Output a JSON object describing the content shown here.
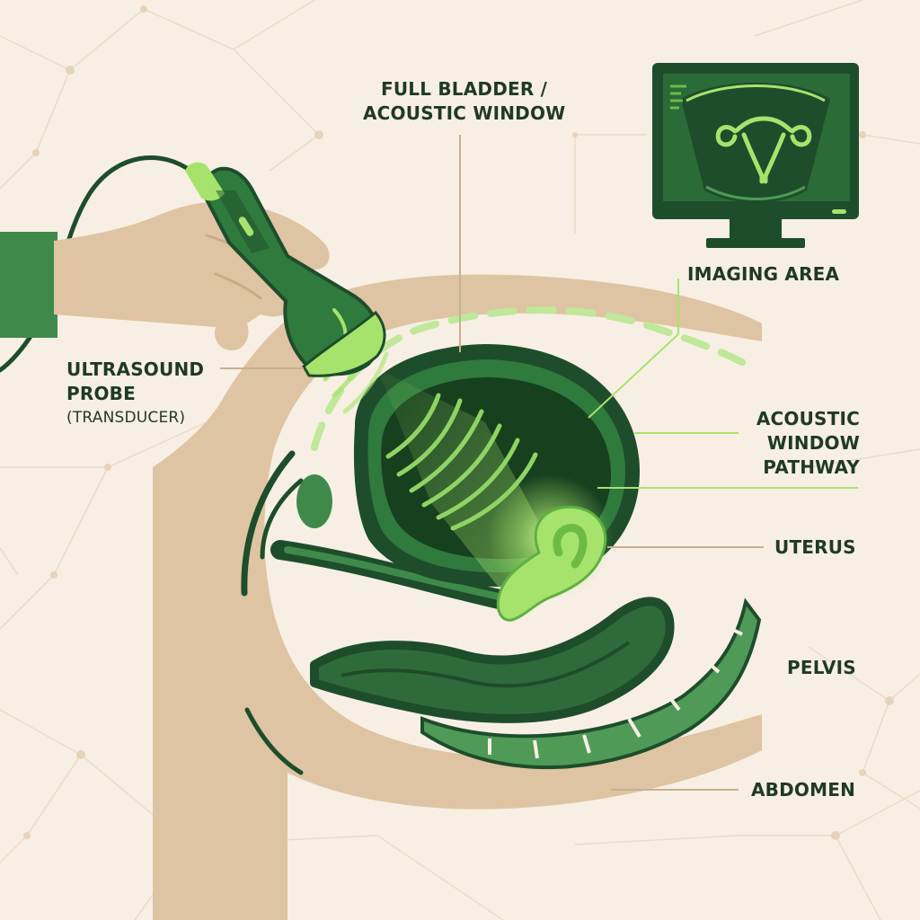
{
  "colors": {
    "background": "#f7efe4",
    "skin": "#dec4a2",
    "dark_green": "#1e4d2b",
    "mid_green": "#3f8a4b",
    "light_green": "#a6e36d",
    "monitor_screen": "#1f5a2f"
  },
  "labels": {
    "bladder": {
      "line1": "FULL BLADDER /",
      "line2": "ACOUSTIC WINDOW"
    },
    "imaging": {
      "line1": "IMAGING AREA"
    },
    "probe": {
      "line1": "ULTRASOUND",
      "line2": "PROBE",
      "line3": "(TRANSDUCER)"
    },
    "pathway": {
      "line1": "ACOUSTIC",
      "line2": "WINDOW",
      "line3": "PATHWAY"
    },
    "uterus": {
      "line1": "UTERUS"
    },
    "pelvis": {
      "line1": "PELVIS"
    },
    "abdomen": {
      "line1": "ABDOMEN"
    }
  },
  "icons": {
    "monitor": "ultrasound-monitor-icon",
    "uterus_on_screen": "uterus-icon",
    "probe": "ultrasound-probe-icon",
    "hand": "hand-icon"
  }
}
